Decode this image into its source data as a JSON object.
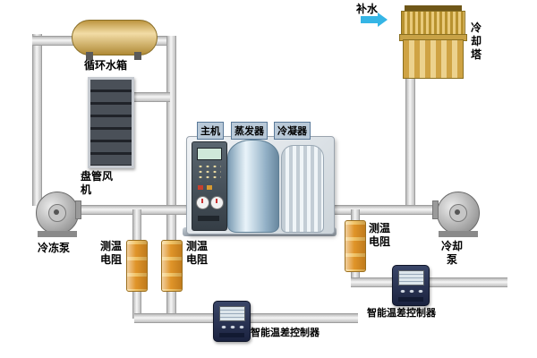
{
  "labels": {
    "makeup_water": "补水",
    "cooling_tower": "冷却塔",
    "circulation_tank": "循环水箱",
    "fan_coil": "盘管风机",
    "main_unit": "主机",
    "evaporator": "蒸发器",
    "condenser": "冷凝器",
    "chilled_pump": "冷冻泵",
    "cooling_pump": "冷却泵",
    "temp_sensor": "测温电阻",
    "controller": "智能温差控制器"
  },
  "colors": {
    "makeup_arrow_blue": "#35b5e5",
    "tower_tan": "#d9b163",
    "sensor_orange": "#e09428",
    "controller_navy": "#252f52",
    "pipe_gray": "#d9d9d9",
    "evaporator_blue": "#9db9cd"
  }
}
